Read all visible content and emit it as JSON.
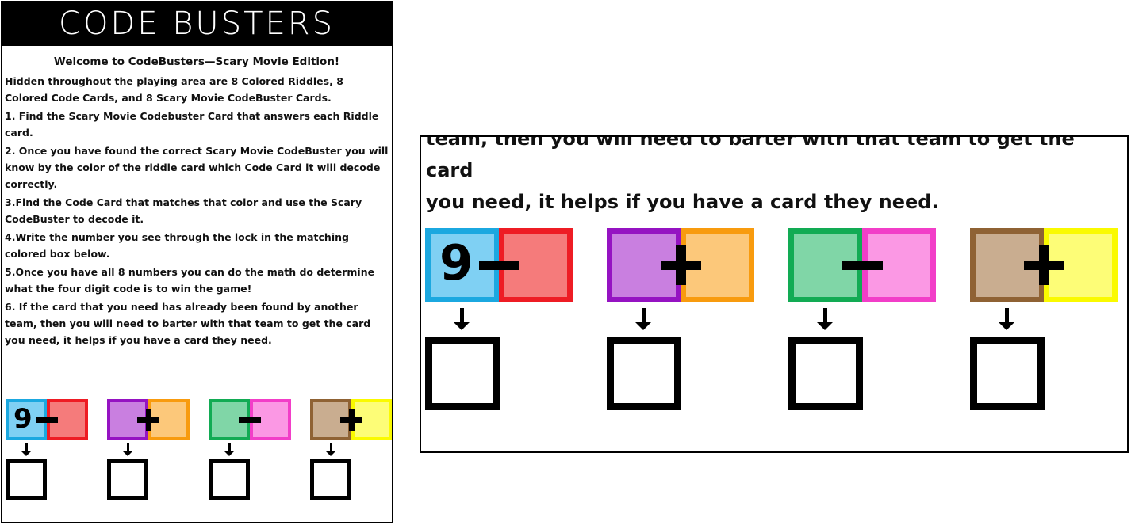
{
  "banner": {
    "title": "CODE BUSTERS"
  },
  "intro": {
    "welcome": "Welcome to CodeBusters—Scary Movie Edition!",
    "summary": "Hidden throughout the playing area are 8 Colored Riddles,  8 Colored Code Cards, and 8 Scary Movie CodeBuster Cards."
  },
  "steps": [
    "1. Find the Scary Movie Codebuster Card that answers each Riddle card.",
    "2. Once you have found the correct Scary Movie CodeBuster you will know by the color of the riddle card which Code Card it will decode correctly.",
    "3.Find the Code Card that matches that color and use the Scary CodeBuster to decode it.",
    "4.Write the number you see through the lock in the matching colored box below.",
    "5.Once you have all 8 numbers you can do the math do determine what the four digit code is to win the game!",
    "6. If the card that you need has already been found by another team, then you will need to barter with that team to get the card you need, it helps if you have a card they need."
  ],
  "zoom": {
    "line1": "team, then you will need to barter with that team to get the card",
    "line2": "you need, it helps if you have a card they need."
  },
  "puzzle": {
    "groups": [
      {
        "left": {
          "fill": "#7fd0f3",
          "border": "#1ba8e0",
          "digit": "9"
        },
        "right": {
          "fill": "#f57b7b",
          "border": "#ee1c24"
        },
        "operator": "-"
      },
      {
        "left": {
          "fill": "#c97fe0",
          "border": "#9513c2",
          "digit": ""
        },
        "right": {
          "fill": "#fcc87a",
          "border": "#f89b0e"
        },
        "operator": "+"
      },
      {
        "left": {
          "fill": "#80d6a7",
          "border": "#12ab54",
          "digit": ""
        },
        "right": {
          "fill": "#fb98e4",
          "border": "#f23ec8"
        },
        "operator": "-"
      },
      {
        "left": {
          "fill": "#c9ad90",
          "border": "#8f6234",
          "digit": ""
        },
        "right": {
          "fill": "#fdfd77",
          "border": "#fafa00"
        },
        "operator": "+"
      }
    ]
  }
}
